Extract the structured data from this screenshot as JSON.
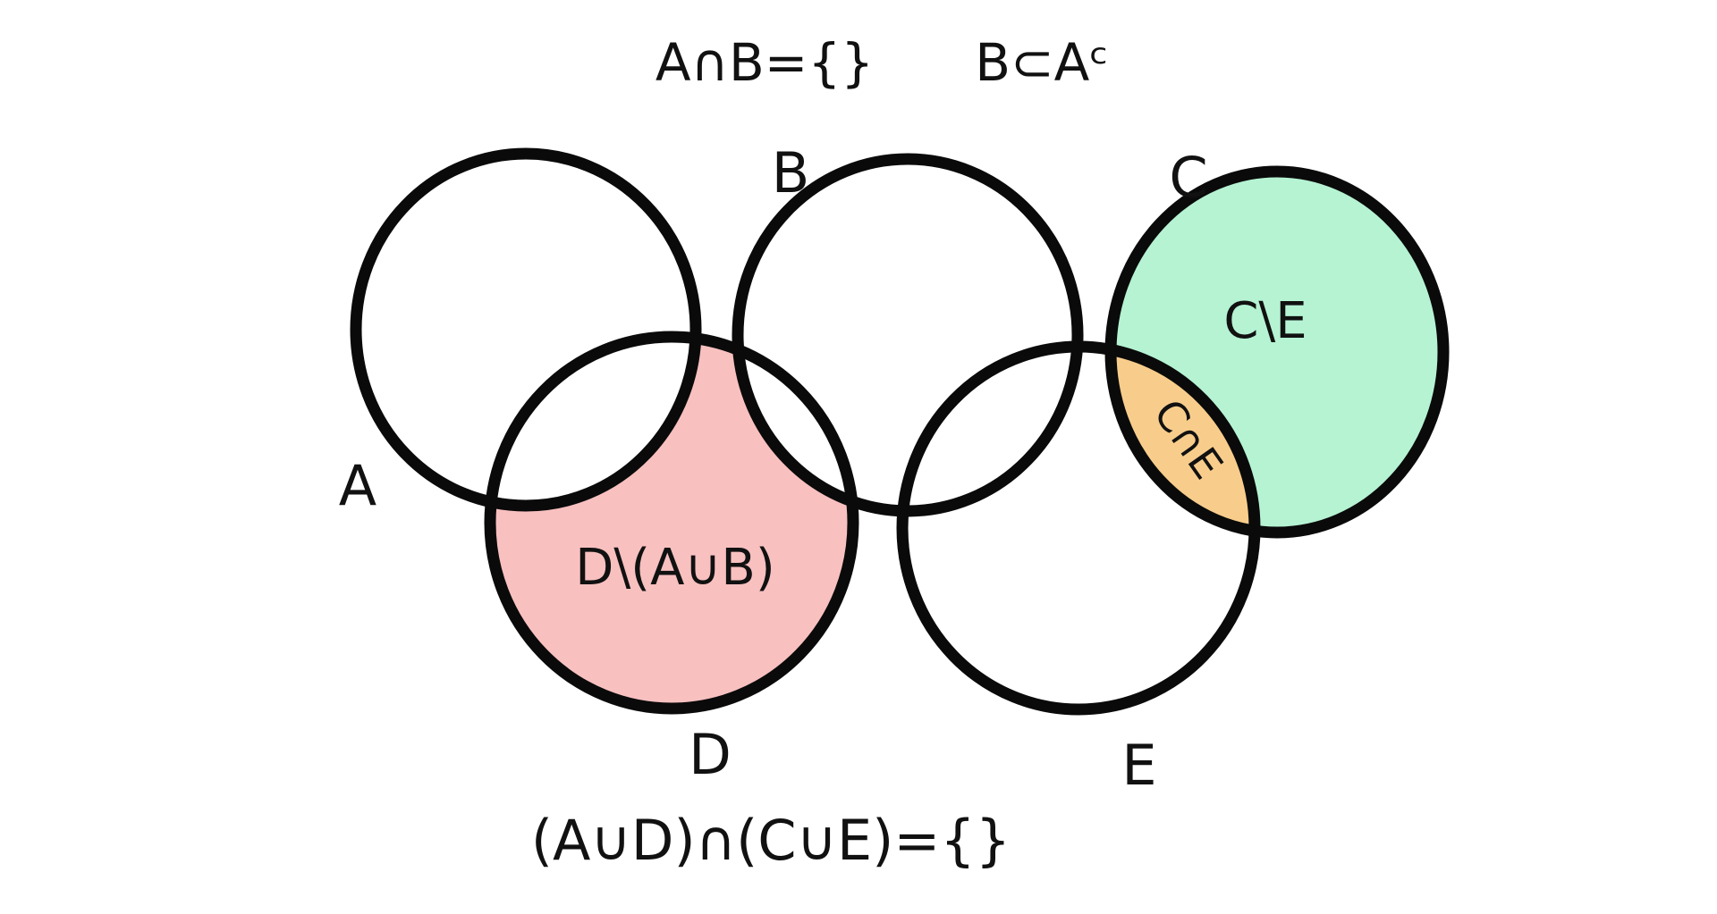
{
  "title_left": "A∩B={}",
  "title_right": "B⊂Aᶜ",
  "sets": {
    "A": {
      "label": "A"
    },
    "B": {
      "label": "B"
    },
    "C": {
      "label": "C"
    },
    "D": {
      "label": "D"
    },
    "E": {
      "label": "E"
    }
  },
  "regions": {
    "d_minus_aub": {
      "label": "D\\(A∪B)",
      "color": "#f9c0c0"
    },
    "c_minus_e": {
      "label": "C\\E",
      "color": "#b5f3d3"
    },
    "c_cap_e": {
      "label": "C∩E",
      "color": "#f8cd8b"
    }
  },
  "bottom_equation": "(A∪D)∩(C∪E)={}"
}
